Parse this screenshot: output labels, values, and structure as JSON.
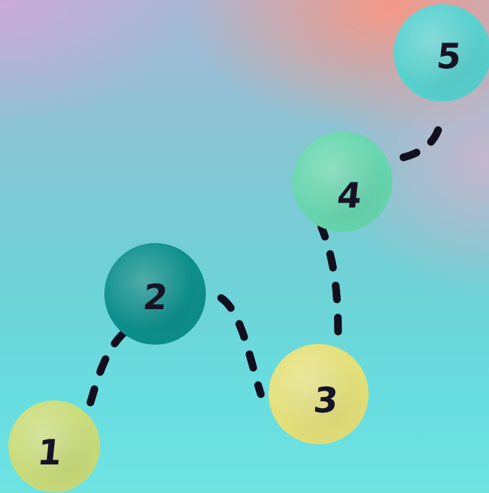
{
  "diagram": {
    "background_colors": {
      "top_left": "#cdaad7",
      "top_right": "#f8968a",
      "middle": "#88c4d4",
      "bottom": "#6ee3e2"
    },
    "nodes": [
      {
        "label": "1",
        "color": "#c9dc7a"
      },
      {
        "label": "2",
        "color": "#0c8f8c"
      },
      {
        "label": "3",
        "color": "#e4e07a"
      },
      {
        "label": "4",
        "color": "#67d6ae"
      },
      {
        "label": "5",
        "color": "#58d1cf"
      }
    ],
    "links": [
      {
        "from": "1",
        "to": "2",
        "style": "dashed"
      },
      {
        "from": "2",
        "to": "3",
        "style": "dashed"
      },
      {
        "from": "3",
        "to": "4",
        "style": "dashed"
      },
      {
        "from": "4",
        "to": "5",
        "style": "dashed"
      }
    ],
    "link_color": "#120f1f"
  }
}
